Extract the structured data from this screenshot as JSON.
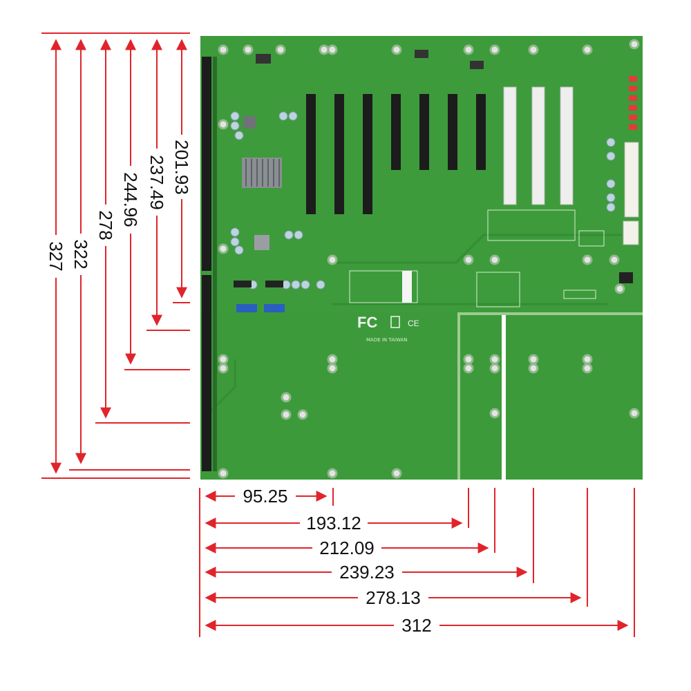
{
  "colors": {
    "board": "#3c9a3a",
    "board_dark": "#2f7f2f",
    "dimension": "#e0242b",
    "slot_black": "#1c1c1c",
    "slot_white": "#eeeeee"
  },
  "board": {
    "logo_text": "FC",
    "ce_mark": "CE",
    "made_in": "MADE IN TAIWAN"
  },
  "dimensions": {
    "vertical": [
      "201.93",
      "237.49",
      "244.96",
      "278",
      "322",
      "327"
    ],
    "horizontal": [
      "95.25",
      "193.12",
      "212.09",
      "239.23",
      "278.13",
      "312"
    ]
  }
}
